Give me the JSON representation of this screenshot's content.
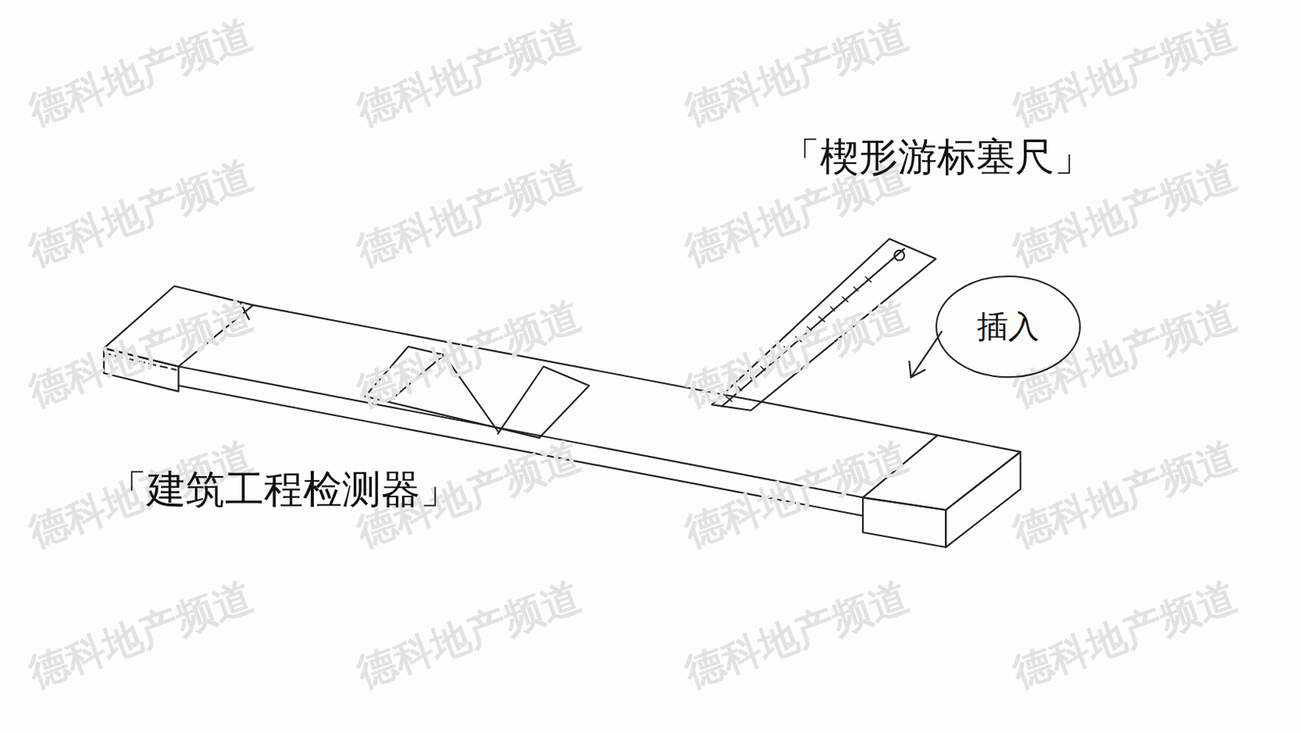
{
  "diagram": {
    "nodes": [
      {
        "text": [
          "插入"
        ]
      }
    ],
    "labels": [
      "「楔形游标塞尺」",
      "「建筑工程检测器」",
      "德科地产频道",
      "德科地产频道",
      "德科地产频道",
      "德科地产频道",
      "德科地产频道",
      "德科地产频道",
      "德科地产频道",
      "德科地产频道",
      "德科地产频道",
      "德科地产频道",
      "德科地产频道",
      "德科地产频道",
      "德科地产频道",
      "德科地产频道",
      "德科地产频道",
      "德科地产频道",
      "德科地产频道",
      "德科地产频道",
      "德科地产频道",
      "德科地产频道"
    ]
  }
}
